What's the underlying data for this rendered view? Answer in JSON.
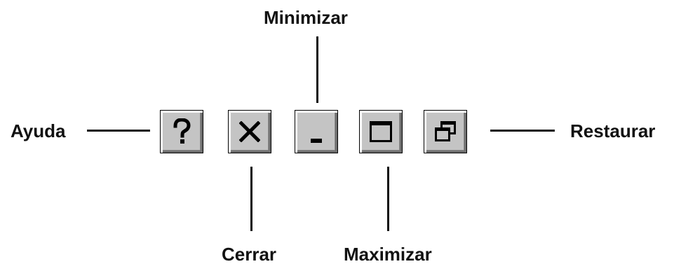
{
  "labels": {
    "help": "Ayuda",
    "close": "Cerrar",
    "minimize": "Minimizar",
    "maximize": "Maximizar",
    "restore": "Restaurar"
  },
  "buttons": [
    {
      "name": "help-button",
      "icon": "question-mark-icon"
    },
    {
      "name": "close-button",
      "icon": "close-icon"
    },
    {
      "name": "minimize-button",
      "icon": "minimize-icon"
    },
    {
      "name": "maximize-button",
      "icon": "maximize-icon"
    },
    {
      "name": "restore-button",
      "icon": "restore-icon"
    }
  ],
  "colors": {
    "button_face": "#c4c4c4",
    "text": "#111111"
  }
}
